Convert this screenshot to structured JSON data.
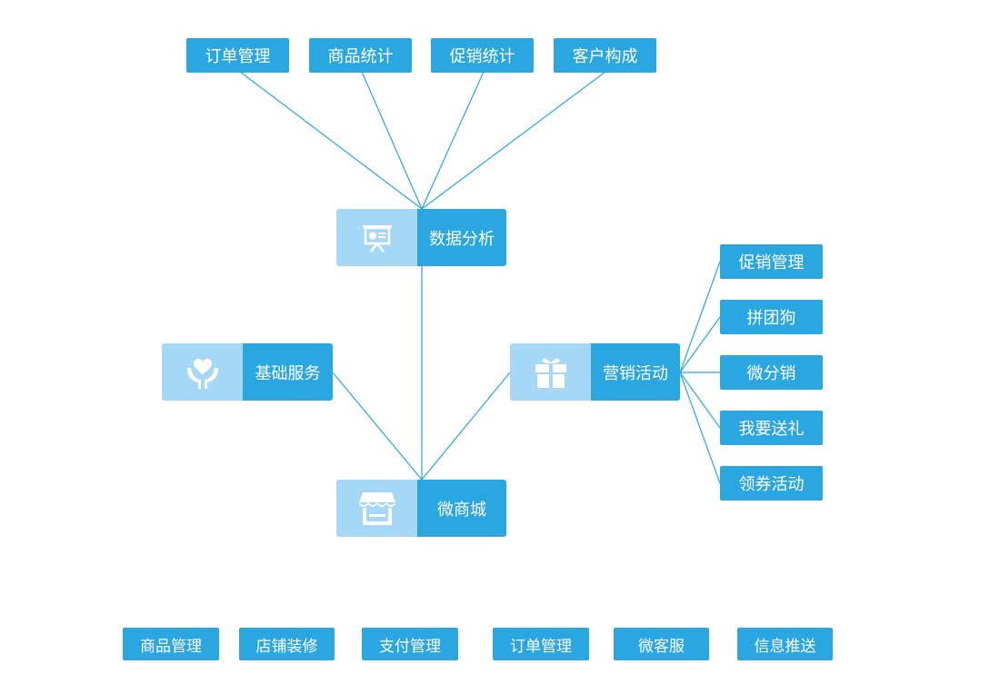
{
  "top_items": [
    "订单管理",
    "商品统计",
    "促销统计",
    "客户构成"
  ],
  "nodes": {
    "data_analysis": {
      "label": "数据分析",
      "icon": "presentation-chart-icon"
    },
    "basic_service": {
      "label": "基础服务",
      "icon": "heart-hands-icon"
    },
    "marketing": {
      "label": "营销活动",
      "icon": "gift-icon"
    },
    "micro_mall": {
      "label": "微商城",
      "icon": "storefront-icon"
    }
  },
  "right_items": [
    "促销管理",
    "拼团狗",
    "微分销",
    "我要送礼",
    "领券活动"
  ],
  "bottom_items": [
    "商品管理",
    "店铺装修",
    "支付管理",
    "订单管理",
    "微客服",
    "信息推送"
  ],
  "colors": {
    "accent": "#2aa7e1",
    "icon_bg": "#a4d8f6",
    "line": "#2aa7e1"
  }
}
